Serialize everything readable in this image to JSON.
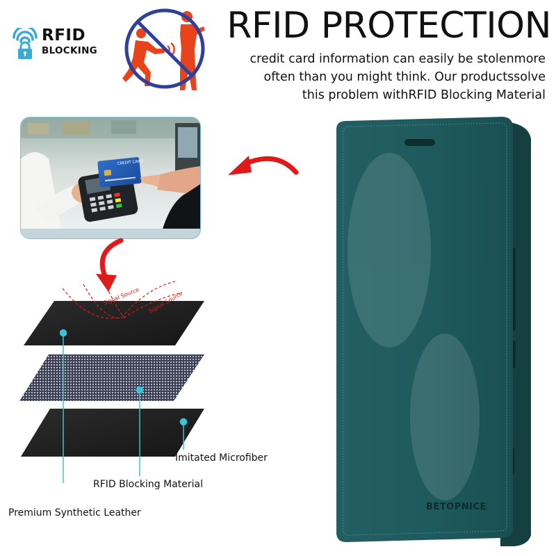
{
  "header": {
    "title": "RFID PROTECTION",
    "description_lines": [
      "credit card information can easily be stolenmore",
      "often than you might think. Our productssolve",
      "this problem withRFID Blocking Material"
    ]
  },
  "badge": {
    "line1": "RFID",
    "line2": "BLOCKING"
  },
  "photo": {
    "card_text": "CREDIT CARD"
  },
  "diagram": {
    "signal_label_1": "Signal Source",
    "signal_label_2": "Signal Source",
    "layers": [
      {
        "label": "Imitated Microfiber"
      },
      {
        "label": "RFID Blocking Material"
      },
      {
        "label": "Premium Synthetic Leather"
      }
    ]
  },
  "product": {
    "brand": "BETOPNICE"
  },
  "colors": {
    "accent_cyan": "#39c3d6",
    "arrow_red": "#e01a1a",
    "wallet_teal": "#1f5b5e",
    "no_sign_blue": "#2e3f9c",
    "figure_orange": "#e8431a"
  }
}
